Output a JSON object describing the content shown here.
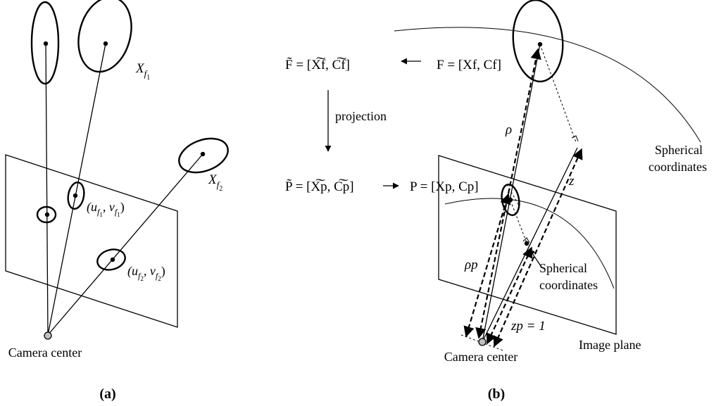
{
  "panel_a": {
    "caption": "(a)",
    "camera_label": "Camera center",
    "feature1_label": {
      "base": "X",
      "sub": "f",
      "subsub": "1"
    },
    "feature2_label": {
      "base": "X",
      "sub": "f",
      "subsub": "2"
    },
    "proj1_label": {
      "open": "(u",
      "sub1": "f",
      "subsub1": "1",
      "mid": ", v",
      "sub2": "f",
      "subsub2": "1",
      "close": ")"
    },
    "proj2_label": {
      "open": "(u",
      "sub1": "f",
      "subsub1": "2",
      "mid": ", v",
      "sub2": "f",
      "subsub2": "2",
      "close": ")"
    }
  },
  "panel_b": {
    "caption": "(b)",
    "camera_label": "Camera center",
    "image_plane_label": "Image plane",
    "spherical_label_outer": [
      "Spherical",
      "coordinates"
    ],
    "spherical_label_inner": [
      "Spherical",
      "coordinates"
    ],
    "projection_label": "projection",
    "F_tilde": "F̃ = [X͠f, C͠f]",
    "F": "F = [Xf, Cf]",
    "P_tilde": "P̃ = [X͠p, C͠p]",
    "P": "P = [Xp, Cp]",
    "rho": "ρ",
    "rho_p": "ρp",
    "z": "z",
    "z_p": "zp = 1"
  },
  "colors": {
    "ink": "#000000",
    "camera_fill": "#bfbfbf"
  }
}
